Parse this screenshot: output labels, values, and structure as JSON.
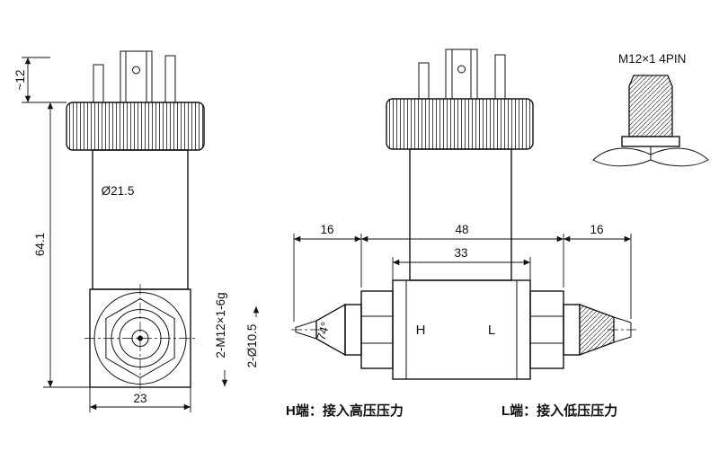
{
  "front": {
    "pin_height": "~12",
    "body_diameter": "Ø21.5",
    "overall_height": "64.1",
    "thread_spec": "2-M12×1-6g",
    "port_diameter": "2-Ø10.5",
    "base_width": "23"
  },
  "side": {
    "left_fitting_len": "16",
    "body_len": "48",
    "right_fitting_len": "16",
    "block_len": "33",
    "cone_angle": "74°",
    "port_high": "H",
    "port_low": "L",
    "caption_high": "H端：接入高压压力",
    "caption_low": "L端：接入低压压力"
  },
  "connector": {
    "spec": "M12×1 4PIN"
  }
}
